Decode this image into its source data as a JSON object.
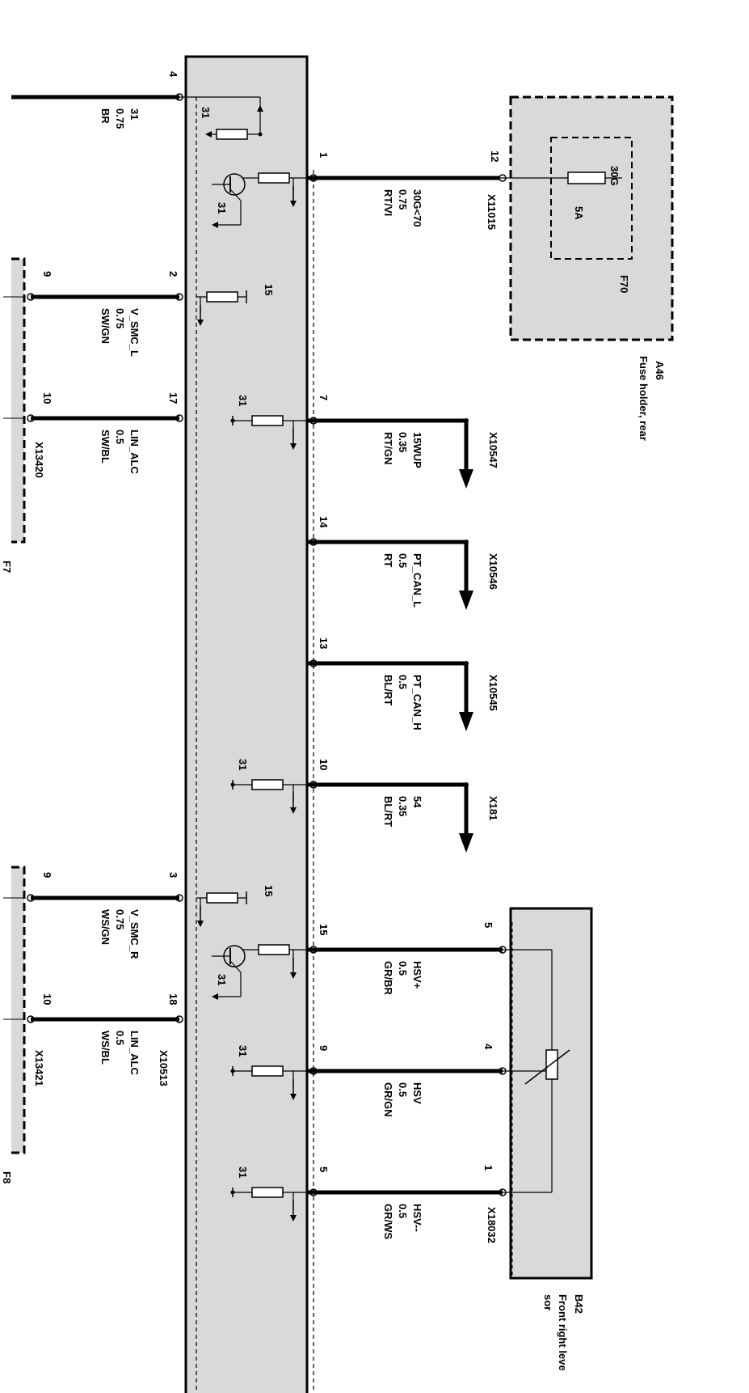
{
  "control_unit": {
    "connector_left_a": "X13420",
    "connector_left_b": "X13421",
    "connector_main": "X10513"
  },
  "modules": {
    "f7": {
      "name": "F7"
    },
    "f8": {
      "name": "F8"
    },
    "a46": {
      "name": "A46",
      "desc": "Fuse holder, rear",
      "connector": "X11015",
      "pin": "12",
      "fuse_name": "F70",
      "fuse_terminal": "30G",
      "fuse_rating": "5A"
    },
    "b42": {
      "name": "B42",
      "desc_line1": "Front right leve",
      "desc_line2": "sor",
      "connector": "X18032",
      "pin_hsv_plus": "5",
      "pin_hsv": "4",
      "pin_hsv_minus": "1"
    }
  },
  "ground_label": "31",
  "supply_label": "15",
  "wires_left": [
    {
      "id": "w-br",
      "pin_cu": "4",
      "pin_ext": "",
      "signal": "31",
      "gauge": "0.75",
      "color": "BR"
    },
    {
      "id": "w-vsmcl",
      "pin_cu": "2",
      "pin_ext": "9",
      "signal": "V_SMC_L",
      "gauge": "0.75",
      "color": "SW/GN"
    },
    {
      "id": "w-linl",
      "pin_cu": "17",
      "pin_ext": "10",
      "signal": "LIN_ALC",
      "gauge": "0.5",
      "color": "SW/BL"
    },
    {
      "id": "w-vsmcr",
      "pin_cu": "3",
      "pin_ext": "9",
      "signal": "V_SMC_R",
      "gauge": "0.75",
      "color": "WS/GN"
    },
    {
      "id": "w-linr",
      "pin_cu": "18",
      "pin_ext": "10",
      "signal": "LIN_ALC",
      "gauge": "0.5",
      "color": "WS/BL"
    }
  ],
  "wires_right": [
    {
      "id": "w-30g",
      "pin_cu": "1",
      "signal": "30G<70",
      "gauge": "0.75",
      "color": "RT/VI",
      "dest": ""
    },
    {
      "id": "w-15wup",
      "pin_cu": "7",
      "signal": "15WUP",
      "gauge": "0.35",
      "color": "RT/GN",
      "dest": "X10547"
    },
    {
      "id": "w-canl",
      "pin_cu": "14",
      "signal": "PT_CAN_L",
      "gauge": "0.5",
      "color": "RT",
      "dest": "X10546"
    },
    {
      "id": "w-canh",
      "pin_cu": "13",
      "signal": "PT_CAN_H",
      "gauge": "0.5",
      "color": "BL/RT",
      "dest": "X10545"
    },
    {
      "id": "w-54",
      "pin_cu": "10",
      "signal": "54",
      "gauge": "0.35",
      "color": "BL/RT",
      "dest": "X181"
    },
    {
      "id": "w-hsvp",
      "pin_cu": "15",
      "signal": "HSV+",
      "gauge": "0.5",
      "color": "GR/BR",
      "dest": ""
    },
    {
      "id": "w-hsv",
      "pin_cu": "9",
      "signal": "HSV",
      "gauge": "0.5",
      "color": "GR/GN",
      "dest": ""
    },
    {
      "id": "w-hsvm",
      "pin_cu": "5",
      "signal": "HSV--",
      "gauge": "0.5",
      "color": "GR/WS",
      "dest": ""
    }
  ]
}
